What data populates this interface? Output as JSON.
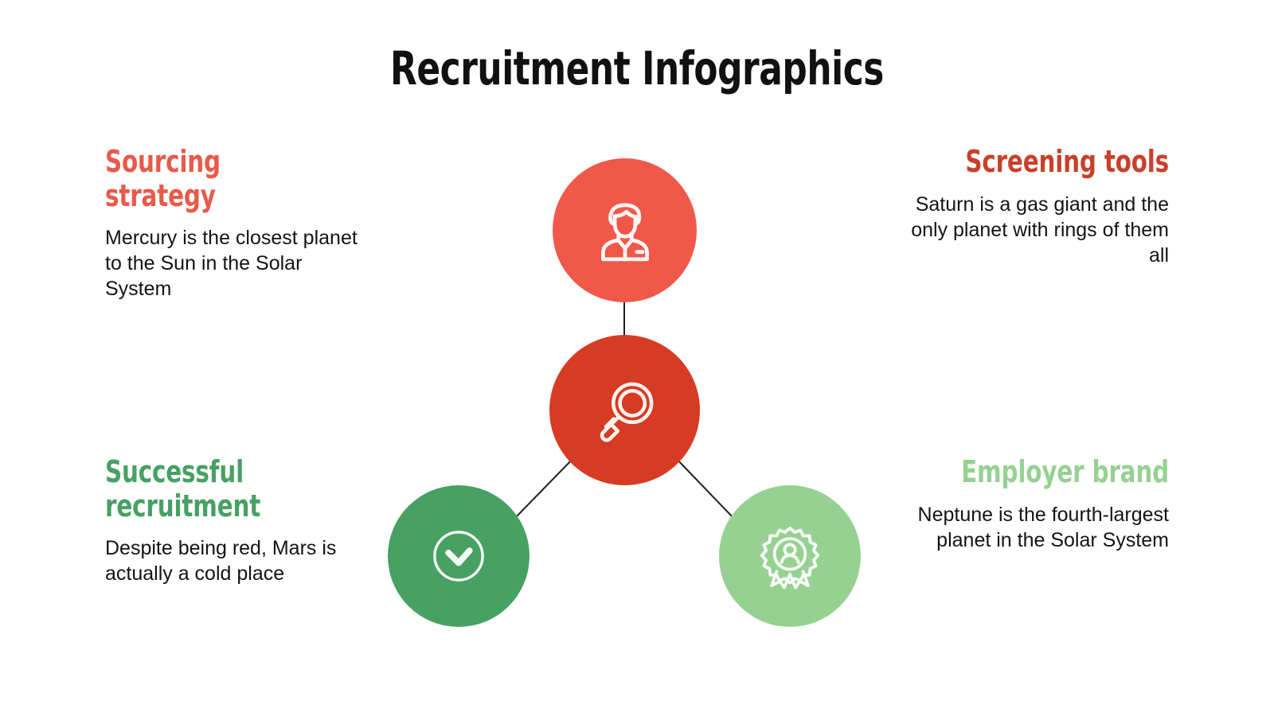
{
  "title": "Recruitment Infographics",
  "blocks": [
    {
      "id": "sourcing",
      "heading": "Sourcing strategy",
      "body": "Mercury is the closest planet to the Sun in the Solar System",
      "color": "#E85A4A",
      "align": "left",
      "icon": "person-icon"
    },
    {
      "id": "screening",
      "heading": "Screening tools",
      "body": "Saturn is a gas giant and the only planet with rings of them all",
      "color": "#C9402A",
      "align": "right",
      "icon": "magnifier-icon"
    },
    {
      "id": "successful",
      "heading": "Successful recruitment",
      "body": "Despite being red, Mars is actually a cold place",
      "color": "#46A163",
      "align": "left",
      "icon": "check-circle-icon"
    },
    {
      "id": "employer",
      "heading": "Employer brand",
      "body": "Neptune is the fourth-largest planet in the Solar System",
      "color": "#96D192",
      "align": "right",
      "icon": "award-badge-icon"
    }
  ],
  "diagram": {
    "nodes": [
      {
        "id": "sourcing",
        "color": "#F0584A",
        "icon": "person-icon"
      },
      {
        "id": "screening",
        "color": "#D63B24",
        "icon": "magnifier-icon"
      },
      {
        "id": "successful",
        "color": "#46A163",
        "icon": "check-circle-icon"
      },
      {
        "id": "employer",
        "color": "#96D192",
        "icon": "award-badge-icon"
      }
    ],
    "connector_color": "#1F1F1F",
    "icon_color": "#FFFFFF"
  },
  "background": "#FFFFFF"
}
